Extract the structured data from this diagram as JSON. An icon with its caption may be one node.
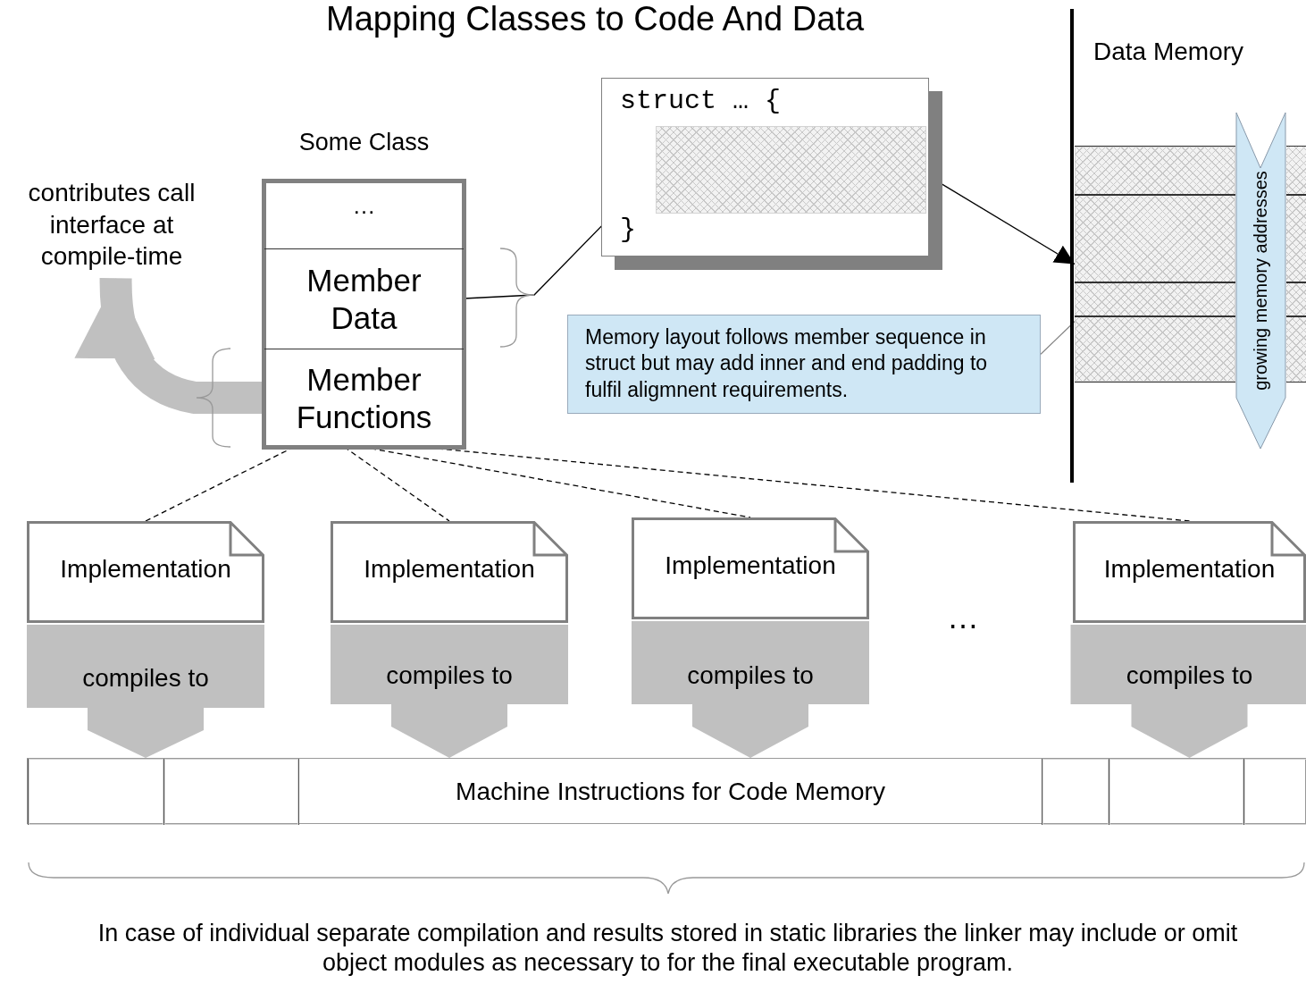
{
  "diagram": {
    "title": "Mapping Classes to Code And Data",
    "caption": "In case of individual separate compilation and results stored in static libraries the linker may include or omit object modules as necessary to for the final executable program.",
    "nodes": [
      {
        "text": [
          "Some Class"
        ]
      },
      {
        "text": [
          "…"
        ],
        "in": 0
      },
      {
        "text": [
          "Member Data"
        ],
        "in": 0
      },
      {
        "text": [
          "Member Functions"
        ],
        "in": 0
      },
      {
        "text": [
          "struct … {",
          "}"
        ]
      },
      {
        "text": [],
        "shape": "box",
        "in": 4
      },
      {
        "text": [
          "Data Memory"
        ]
      },
      {
        "text": [],
        "shape": "box"
      },
      {
        "text": [
          "Memory layout follows member sequence in struct but may add inner and end padding to fulfil aligmnent requirements."
        ]
      },
      {
        "text": [
          "growing memory addresses"
        ]
      },
      {
        "text": [
          "contributes call interface at compile-time"
        ]
      },
      {
        "text": [
          "Implementation"
        ]
      },
      {
        "text": [
          "Implementation"
        ]
      },
      {
        "text": [
          "Implementation"
        ]
      },
      {
        "text": [
          "Implementation"
        ]
      },
      {
        "text": [],
        "shape": "bar"
      },
      {
        "text": [],
        "shape": "box",
        "in": 15
      },
      {
        "text": [],
        "shape": "box",
        "in": 15
      },
      {
        "text": [
          "Machine Instructions for Code Memory"
        ],
        "in": 15
      },
      {
        "text": [],
        "shape": "box",
        "in": 15
      },
      {
        "text": [],
        "shape": "box",
        "in": 15
      },
      {
        "text": [],
        "shape": "box",
        "in": 15
      }
    ],
    "edges": [
      {
        "from": 2,
        "to": 5,
        "arrow": "to"
      },
      {
        "from": 5,
        "to": 7,
        "arrow": "to"
      },
      {
        "from": 8,
        "to": 7,
        "arrow": "none",
        "color": "#808080"
      },
      {
        "from": 3,
        "to": 10,
        "arrow": "to",
        "style": "thick",
        "color": "#c0c0c0"
      },
      {
        "from": 3,
        "to": 11,
        "arrow": "none",
        "style": "dashed"
      },
      {
        "from": 3,
        "to": 12,
        "arrow": "none",
        "style": "dashed"
      },
      {
        "from": 3,
        "to": 13,
        "arrow": "none",
        "style": "dashed"
      },
      {
        "from": 3,
        "to": 14,
        "arrow": "none",
        "style": "dashed"
      },
      {
        "from": 11,
        "to": 16,
        "arrow": "to",
        "label": "compiles to",
        "style": "thick",
        "color": "#c0c0c0"
      },
      {
        "from": 12,
        "to": 18,
        "arrow": "to",
        "label": "compiles to",
        "style": "thick",
        "color": "#c0c0c0"
      },
      {
        "from": 13,
        "to": 18,
        "arrow": "to",
        "label": "compiles to",
        "style": "thick",
        "color": "#c0c0c0"
      },
      {
        "from": 14,
        "to": 19,
        "arrow": "to",
        "label": "compiles to",
        "style": "thick",
        "color": "#c0c0c0"
      }
    ],
    "labels": [
      "…"
    ]
  }
}
